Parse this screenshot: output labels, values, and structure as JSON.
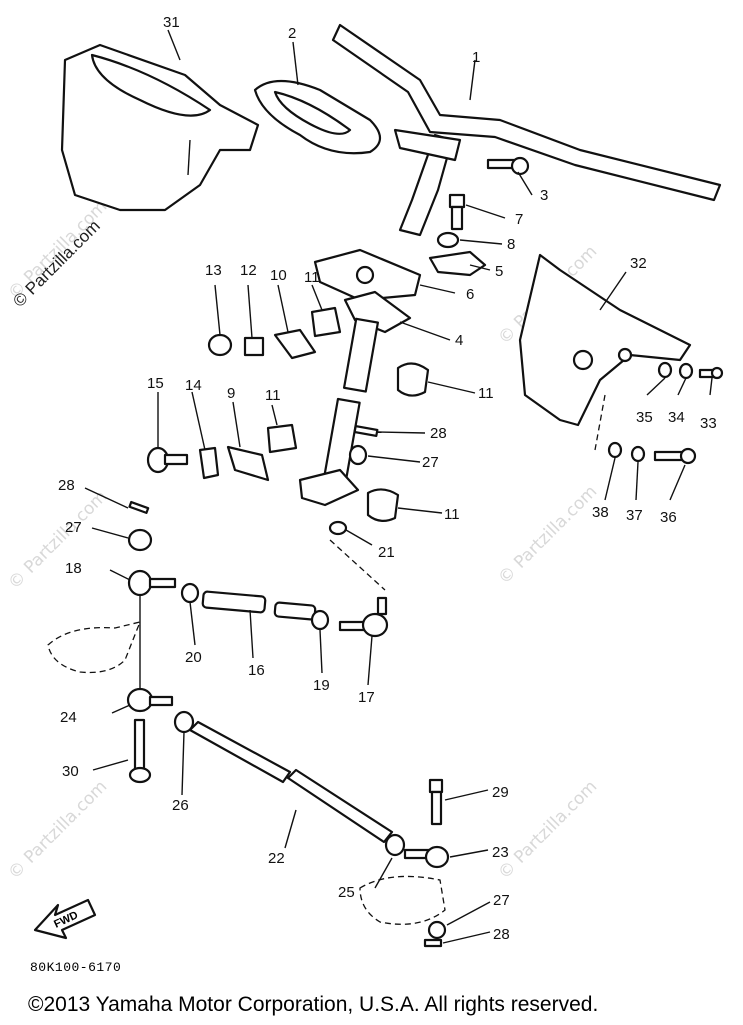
{
  "watermark_text": "© Partzilla.com",
  "fwd_label": "FWD",
  "catalog_code": "80K100-6170",
  "copyright": "©2013 Yamaha Motor Corporation, U.S.A. All rights reserved.",
  "callouts": {
    "p1": "1",
    "p2": "2",
    "p3": "3",
    "p4": "4",
    "p5": "5",
    "p6": "6",
    "p7": "7",
    "p8": "8",
    "p9": "9",
    "p10": "10",
    "p11a": "11",
    "p11b": "11",
    "p11c": "11",
    "p11d": "11",
    "p12": "12",
    "p13": "13",
    "p14": "14",
    "p15": "15",
    "p16": "16",
    "p17": "17",
    "p18": "18",
    "p19": "19",
    "p20": "20",
    "p21": "21",
    "p22": "22",
    "p23": "23",
    "p24": "24",
    "p25": "25",
    "p26": "26",
    "p27a": "27",
    "p27b": "27",
    "p27c": "27",
    "p28a": "28",
    "p28b": "28",
    "p28c": "28",
    "p29": "29",
    "p30": "30",
    "p31": "31",
    "p32": "32",
    "p33": "33",
    "p34": "34",
    "p35": "35",
    "p36": "36",
    "p37": "37",
    "p38": "38"
  }
}
